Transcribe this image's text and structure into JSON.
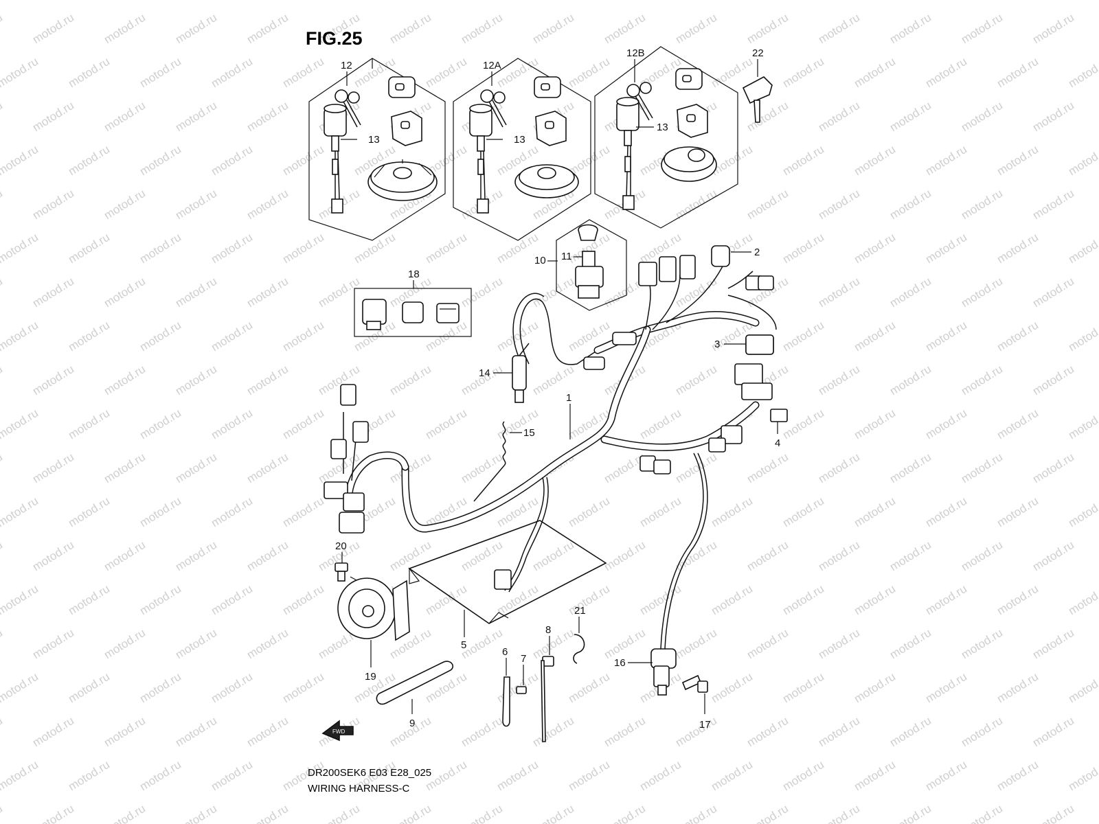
{
  "figure": {
    "title": "FIG.25",
    "code": "DR200SEK6 E03 E28_025",
    "caption": "WIRING HARNESS-C",
    "watermark": "motod.ru",
    "fwd_label": "FWD"
  },
  "callouts": {
    "c1": "1",
    "c2": "2",
    "c3": "3",
    "c4": "4",
    "c5": "5",
    "c6": "6",
    "c7": "7",
    "c8": "8",
    "c9": "9",
    "c10": "10",
    "c11": "11",
    "c12": "12",
    "c12a": "12A",
    "c12b": "12B",
    "c13a": "13",
    "c13b": "13",
    "c13c": "13",
    "c14": "14",
    "c15": "15",
    "c16": "16",
    "c17": "17",
    "c18": "18",
    "c19": "19",
    "c20": "20",
    "c21": "21",
    "c22": "22"
  }
}
